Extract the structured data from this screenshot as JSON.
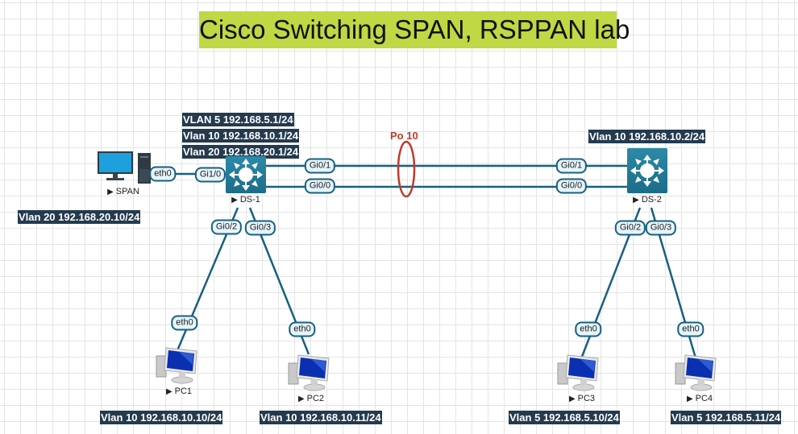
{
  "title": "Cisco Switching SPAN, RSPPAN lab",
  "colors": {
    "title_bg": "#bfd843",
    "tag_bg": "#243a4e",
    "link": "#17607e",
    "port_channel": "#c0392b",
    "switch": "#1f7391"
  },
  "port_channel": {
    "label": "Po 10"
  },
  "nodes": {
    "span": {
      "name": "SPAN",
      "icon": "desktop-workstation-icon",
      "ip_label": "Vlan 20 192.168.20.10/24",
      "port": "eth0"
    },
    "ds1": {
      "name": "DS-1",
      "icon": "layer3-switch-icon",
      "ip_labels": [
        "VLAN 5 192.168.5.1/24",
        "Vlan 10 192.168.10.1/24",
        "Vlan 20 192.168.20.1/24"
      ],
      "ports": {
        "to_span": "Gi1/0",
        "uplink1": "Gi0/1",
        "uplink0": "Gi0/0",
        "to_pc1": "Gi0/2",
        "to_pc2": "Gi0/3"
      }
    },
    "ds2": {
      "name": "DS-2",
      "icon": "layer3-switch-icon",
      "ip_labels": [
        "Vlan 10 192.168.10.2/24"
      ],
      "ports": {
        "uplink1": "Gi0/1",
        "uplink0": "Gi0/0",
        "to_pc3": "Gi0/2",
        "to_pc4": "Gi0/3"
      }
    },
    "pc1": {
      "name": "PC1",
      "icon": "pc-icon",
      "port": "eth0",
      "ip_label": "Vlan 10 192.168.10.10/24"
    },
    "pc2": {
      "name": "PC2",
      "icon": "pc-icon",
      "port": "eth0",
      "ip_label": "Vlan 10 192.168.10.11/24"
    },
    "pc3": {
      "name": "PC3",
      "icon": "pc-icon",
      "port": "eth0",
      "ip_label": "Vlan 5 192.168.5.10/24"
    },
    "pc4": {
      "name": "PC4",
      "icon": "pc-icon",
      "port": "eth0",
      "ip_label": "Vlan 5 192.168.5.11/24"
    }
  },
  "link_marker": "▶"
}
